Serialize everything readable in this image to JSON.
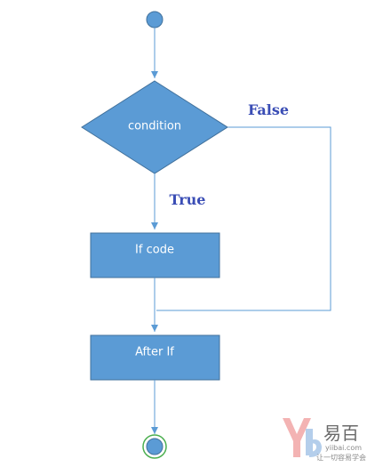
{
  "diagram": {
    "nodes": {
      "condition": {
        "label": "condition"
      },
      "if_code": {
        "label": "If code"
      },
      "after_if": {
        "label": "After If"
      }
    },
    "edges": {
      "false_label": "False",
      "true_label": "True"
    },
    "colors": {
      "fill": "#5b9bd5",
      "stroke": "#41719c",
      "line": "#5b9bd5",
      "label": "#3a4db5",
      "end_ring": "#4caf50"
    }
  },
  "watermark": {
    "brand_cn": "易百",
    "domain": "yiibai.com",
    "slogan": "让一切容易学会"
  }
}
